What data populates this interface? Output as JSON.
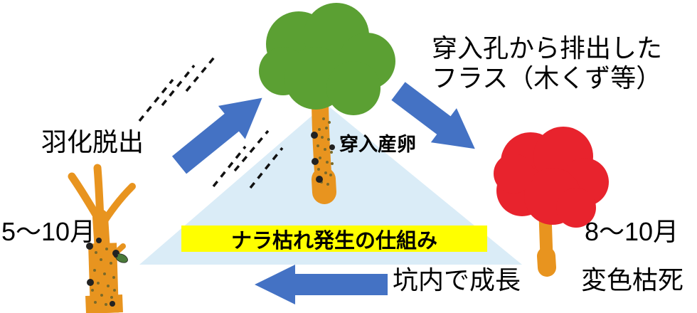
{
  "title": {
    "text": "ナラ枯れ発生の仕組み"
  },
  "stages": {
    "emergence": {
      "label": "羽化脱出",
      "period": "5～10月"
    },
    "boring": {
      "label": "穿入産卵"
    },
    "frass": {
      "line1": "穿入孔から排出した",
      "line2": "フラス（木くず等）"
    },
    "growth": {
      "label": "坑内で成長"
    },
    "death": {
      "label": "変色枯死",
      "period": "8～10月"
    }
  },
  "colors": {
    "triangle": "#daecf7",
    "arrow": "#4472c4",
    "banner_bg": "#ffff00",
    "crown_green": "#5ba033",
    "crown_red": "#e8232d",
    "trunk": "#e8941f",
    "stipple": "#7a6a2a",
    "spot": "#222222",
    "beetle_green": "#4a7a3a",
    "dash": "#111111",
    "text": "#000000"
  }
}
